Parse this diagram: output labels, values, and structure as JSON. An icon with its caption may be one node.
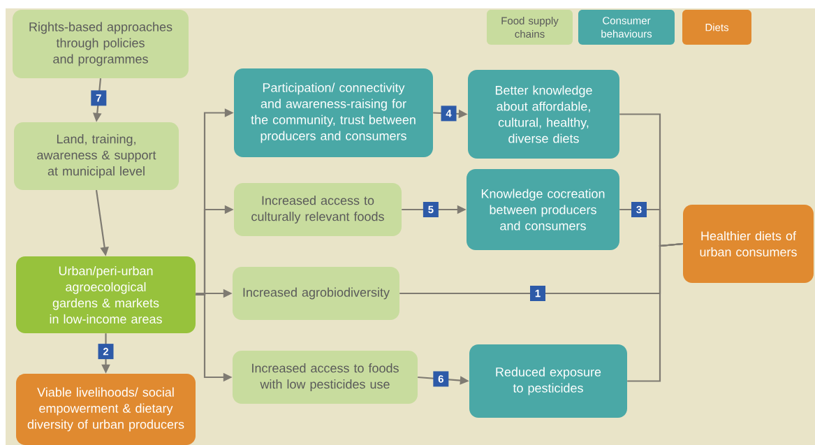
{
  "diagram": {
    "nodes": [
      {
        "text": [
          "Rights-based approaches through policies and programmes"
        ]
      },
      {
        "text": [
          "Land, training, awareness & support at municipal level"
        ]
      },
      {
        "text": [
          "Urban/peri-urban agroecological gardens & markets in low-income areas"
        ]
      },
      {
        "text": [
          "Viable livelihoods/ social empowerment & dietary diversity of urban producers"
        ]
      },
      {
        "text": [
          "Participation/ connectivity and awareness-raising for the community, trust between producers and consumers"
        ]
      },
      {
        "text": [
          "Better knowledge about affordable, cultural, healthy, diverse diets"
        ]
      },
      {
        "text": [
          "Increased access to culturally relevant foods"
        ]
      },
      {
        "text": [
          "Knowledge cocreation between producers and consumers"
        ]
      },
      {
        "text": [
          "Increased agrobiodiversity"
        ]
      },
      {
        "text": [
          "Increased access to foods with low pesticides use"
        ]
      },
      {
        "text": [
          "Reduced exposure to pesticides"
        ]
      },
      {
        "text": [
          "Healthier diets of urban consumers"
        ]
      }
    ],
    "edges": [
      {
        "from": 0,
        "to": 1,
        "arrow": "to",
        "label": "7"
      },
      {
        "from": 1,
        "to": 2,
        "arrow": "to"
      },
      {
        "from": 2,
        "to": 3,
        "arrow": "to",
        "label": "2"
      },
      {
        "from": 2,
        "to": 4,
        "arrow": "to"
      },
      {
        "from": 2,
        "to": 6,
        "arrow": "to"
      },
      {
        "from": 2,
        "to": 8,
        "arrow": "to"
      },
      {
        "from": 2,
        "to": 9,
        "arrow": "to"
      },
      {
        "from": 4,
        "to": 5,
        "arrow": "to",
        "label": "4"
      },
      {
        "from": 6,
        "to": 7,
        "arrow": "to",
        "label": "5"
      },
      {
        "from": 9,
        "to": 10,
        "arrow": "to",
        "label": "6"
      },
      {
        "from": 5,
        "to": 11,
        "arrow": "none"
      },
      {
        "from": 7,
        "to": 11,
        "arrow": "none",
        "label": "3"
      },
      {
        "from": 8,
        "to": 11,
        "arrow": "none",
        "label": "1"
      },
      {
        "from": 10,
        "to": 11,
        "arrow": "none"
      }
    ],
    "legend": [
      {
        "text": "Food supply chains",
        "color": "#c8dc9e"
      },
      {
        "text": "Consumer behaviours",
        "color": "#4aa8a6"
      },
      {
        "text": "Diets",
        "color": "#e08a30"
      }
    ]
  }
}
